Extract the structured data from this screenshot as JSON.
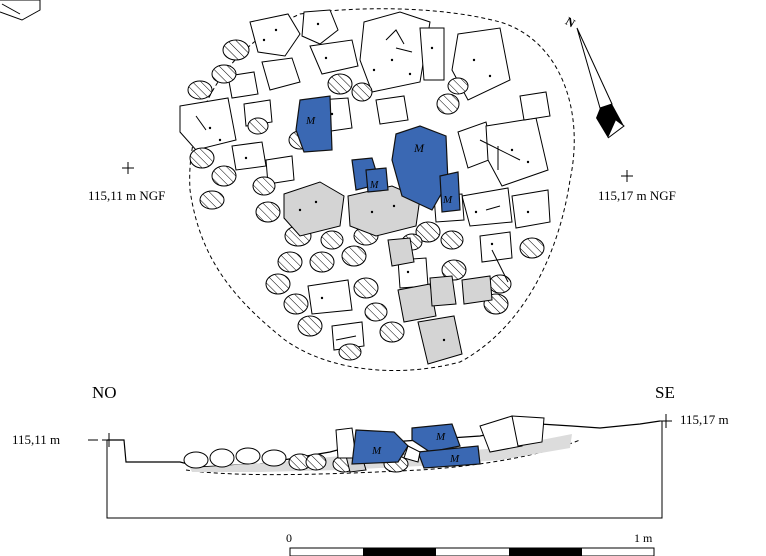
{
  "plan": {
    "marker_left": "115,11 m NGF",
    "marker_right": "115,17 m NGF",
    "north_label": "N",
    "stone_letter": "M",
    "blue_color": "#3a68b3",
    "gray_color": "#d4d4d4"
  },
  "section": {
    "left_end": "NO",
    "right_end": "SE",
    "left_level": "115,11 m",
    "right_level": "115,17 m"
  },
  "scale": {
    "start_label": "0",
    "end_label": "1 m"
  }
}
